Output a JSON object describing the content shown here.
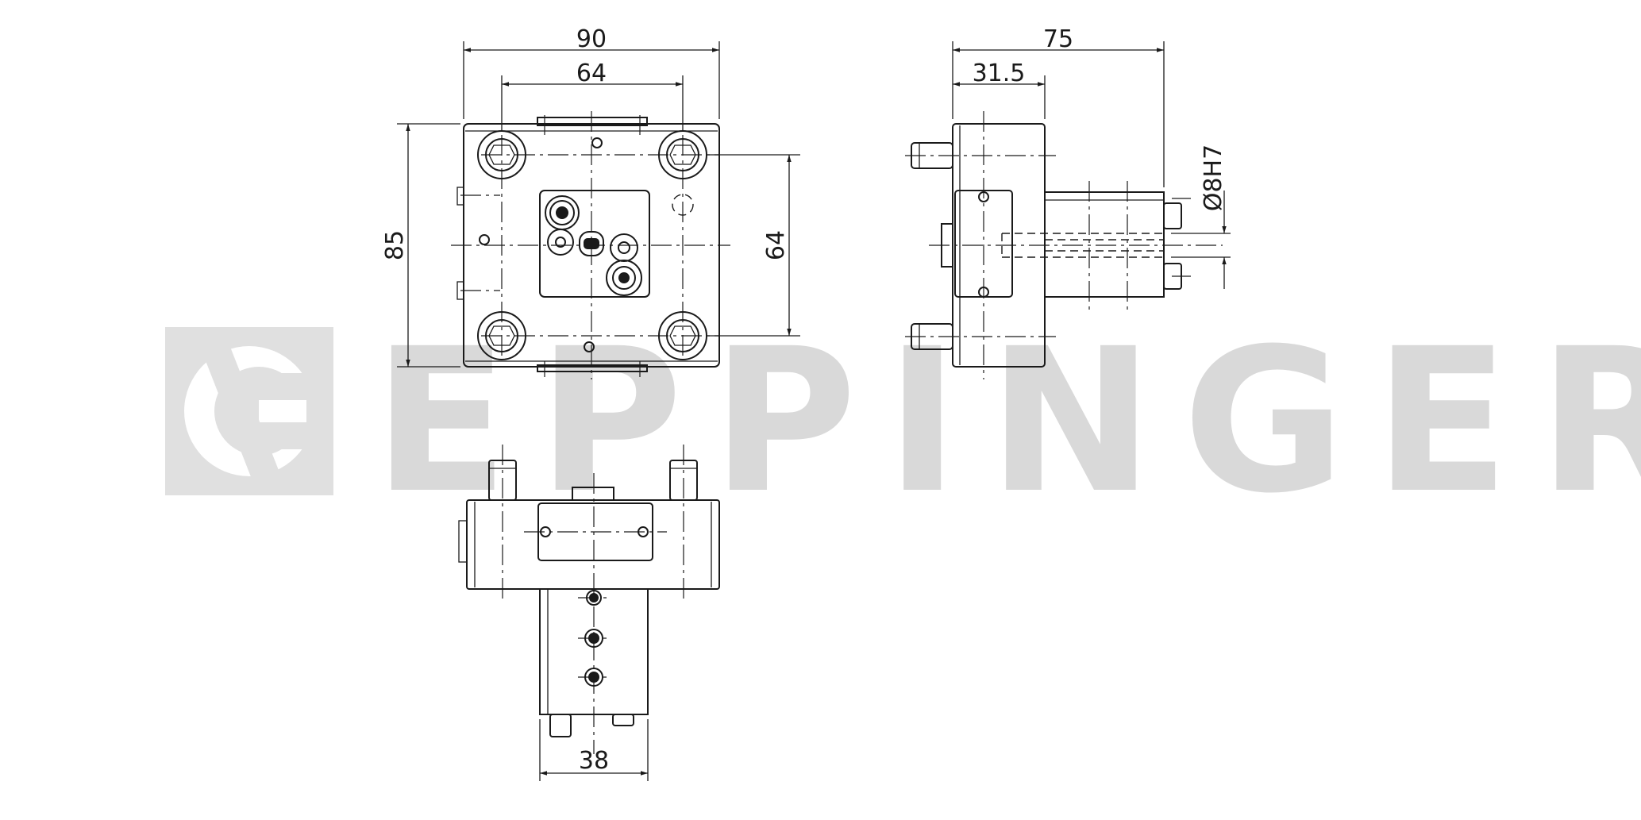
{
  "watermark": {
    "brand": "EPPINGER",
    "color": "#d9d9d9"
  },
  "colors": {
    "line": "#1a1a1a",
    "background": "#ffffff"
  },
  "dimensions": {
    "front_width_overall": "90",
    "front_width_bolts": "64",
    "front_height_overall": "85",
    "front_height_bolts": "64",
    "side_length_overall": "75",
    "side_length_flange": "31.5",
    "side_shaft_diameter": "Ø8H7",
    "bottom_shank_width": "38"
  }
}
